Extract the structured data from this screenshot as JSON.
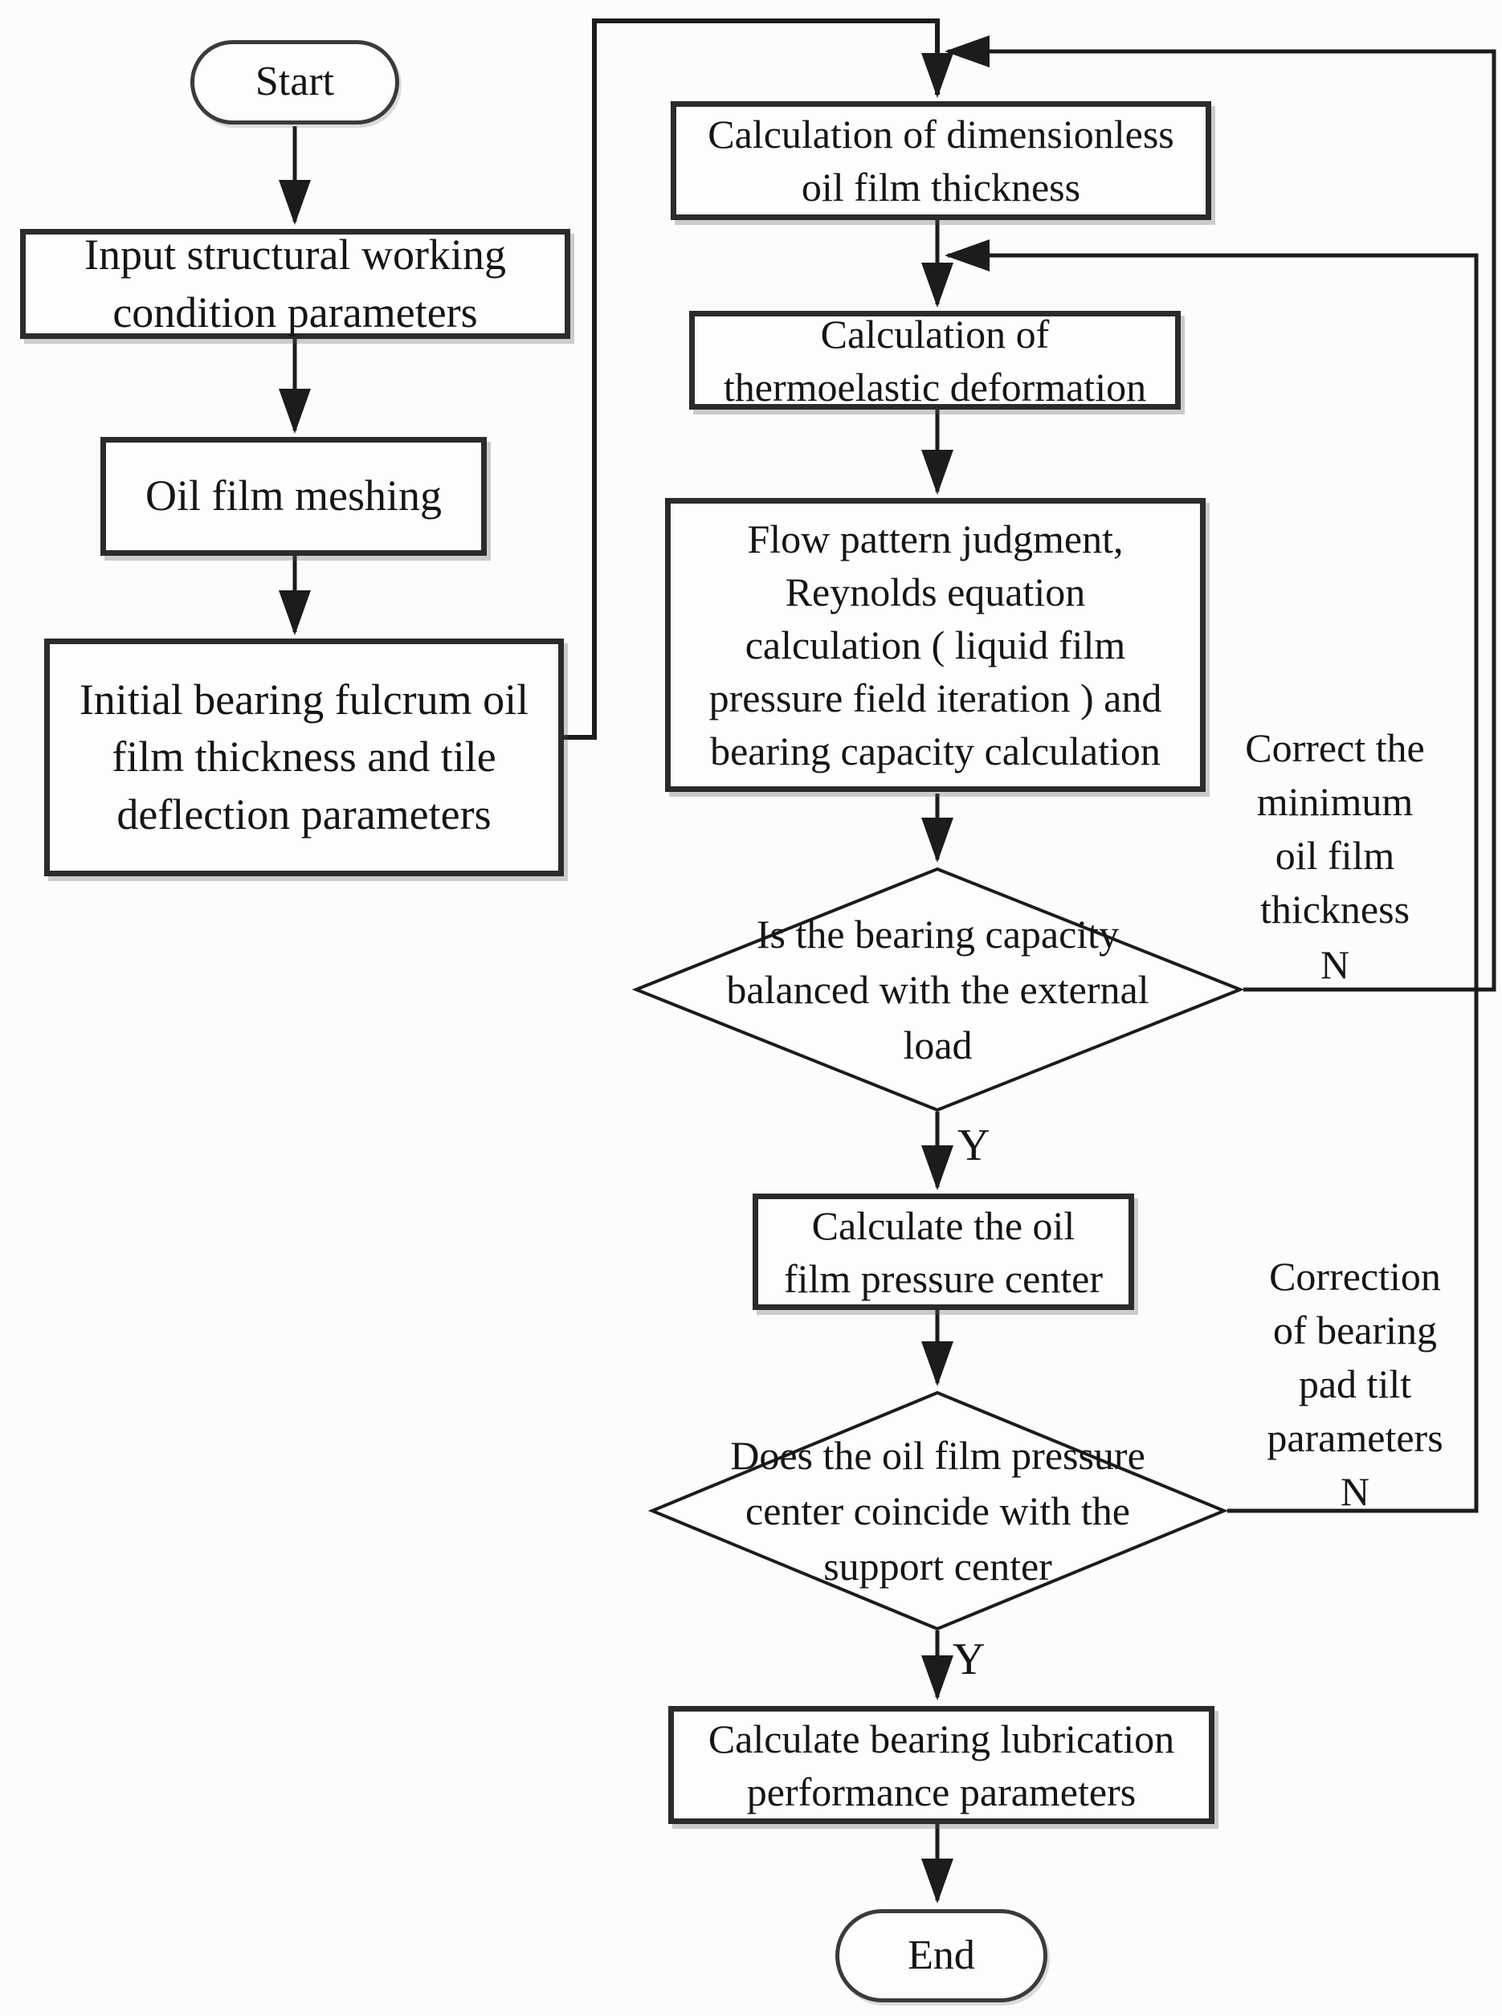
{
  "nodes": {
    "start": {
      "label": "Start"
    },
    "input_params": {
      "label": "Input structural working\ncondition parameters"
    },
    "oil_film_meshing": {
      "label": "Oil film meshing"
    },
    "initial_bearing": {
      "label": "Initial bearing fulcrum oil\nfilm thickness and tile\ndeflection parameters"
    },
    "calc_dimensionless": {
      "label": "Calculation of dimensionless\noil film thickness"
    },
    "calc_thermoelastic": {
      "label": "Calculation of\nthermoelastic deformation"
    },
    "flow_pattern": {
      "label": "Flow pattern judgment,\nReynolds equation\ncalculation ( liquid film\npressure field iteration ) and\nbearing capacity calculation"
    },
    "decision_capacity": {
      "label": "Is the bearing capacity\nbalanced with the external\nload"
    },
    "calc_pressure_center": {
      "label": "Calculate the oil\nfilm pressure center"
    },
    "decision_center": {
      "label": "Does the oil film pressure\ncenter coincide with the\nsupport center"
    },
    "calc_performance": {
      "label": "Calculate bearing lubrication\nperformance parameters"
    },
    "end": {
      "label": "End"
    }
  },
  "annotations": {
    "correct_min_thickness": {
      "label": "Correct the\nminimum\noil film\nthickness",
      "branch": "N"
    },
    "correction_pad_tilt": {
      "label": "Correction\nof bearing\npad tilt\nparameters",
      "branch": "N"
    },
    "yes_capacity": "Y",
    "yes_center": "Y"
  },
  "colors": {
    "line": "#1c1c1c",
    "box_border": "#2b2b2b",
    "background": "#fcfcfb",
    "text": "#151515"
  }
}
